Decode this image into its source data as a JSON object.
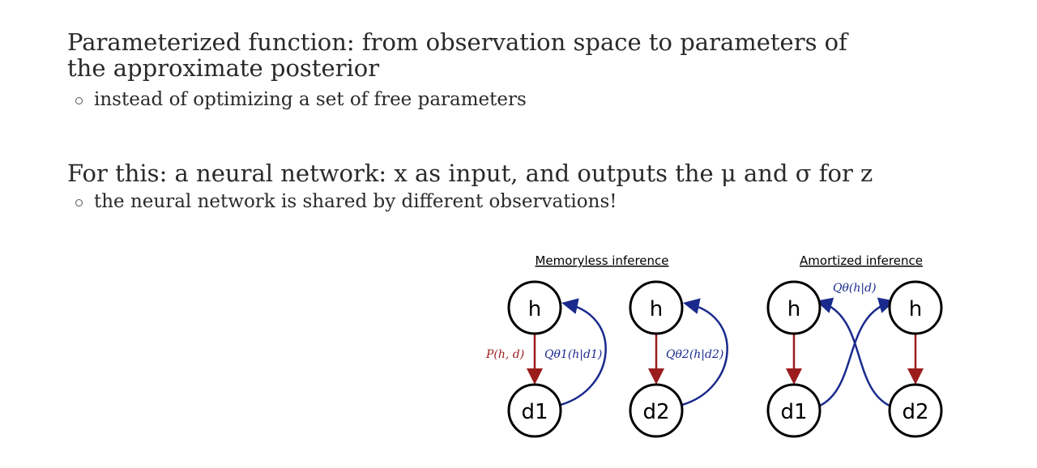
{
  "heading1": "Parameterized function: from observation space to parameters of the approximate posterior",
  "bullet1": "instead of optimizing a set of free parameters",
  "heading2": "For this: a neural network: x as input, and outputs the μ and σ for z",
  "bullet2": "the neural network is shared by different observations!",
  "diagram": {
    "memoryless_title": "Memoryless inference",
    "amortized_title": "Amortized inference",
    "node_h": "h",
    "node_d1": "d1",
    "node_d2": "d2",
    "p_label": "P(h, d)",
    "q1_label": "Qθ1(h|d1)",
    "q2_label": "Qθ2(h|d2)",
    "q_label": "Qθ(h|d)",
    "colors": {
      "generative": "#9b1c1c",
      "inference": "#1a2a8c"
    }
  }
}
